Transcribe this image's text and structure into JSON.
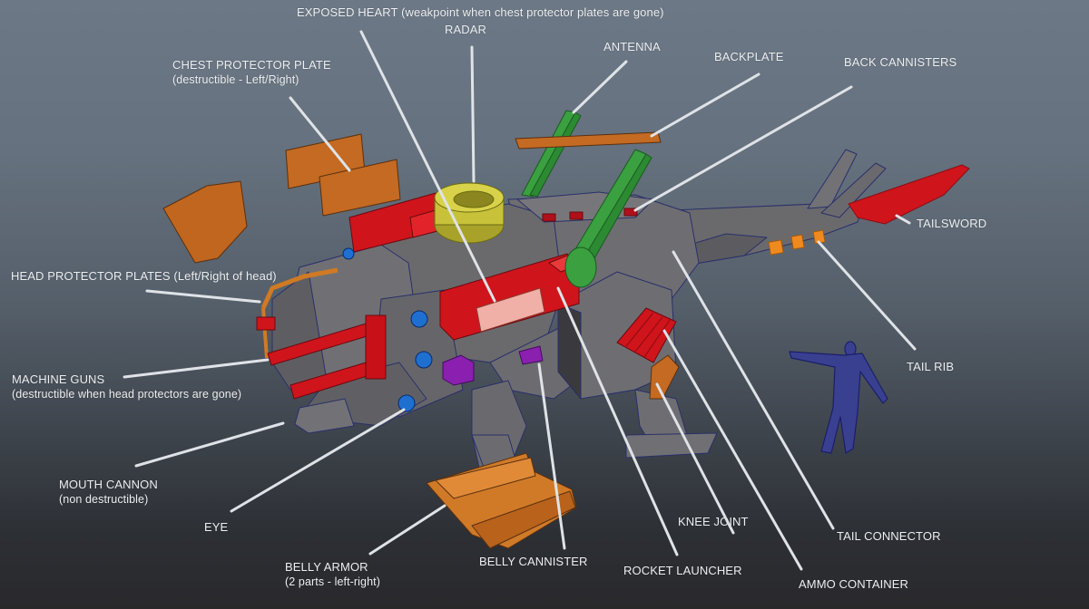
{
  "title": "Mech creature breakable parts callout",
  "colors": {
    "background_top": "#6c7886",
    "background_bottom": "#29292c",
    "body_gray": "#6b6b6e",
    "destructible_red": "#d0141c",
    "armor_orange": "#c46a22",
    "radar_yellow": "#c8c23a",
    "antenna_green": "#3aa040",
    "eye_blue": "#1f6fd0",
    "canister_purple": "#8a1fb0",
    "heart_pink": "#f0b0a8",
    "tailrib_orange": "#f08a1e",
    "human_scale_blue": "#2a2e8a",
    "label_text": "#eef0f2",
    "leader_line": "#dfe3e7"
  },
  "labels": {
    "exposed_heart": "EXPOSED HEART (weakpoint when chest protector plates are gone)",
    "radar": "RADAR",
    "antenna": "ANTENNA",
    "backplate": "BACKPLATE",
    "back_cannisters": "BACK CANNISTERS",
    "chest_protector": {
      "title": "CHEST PROTECTOR PLATE",
      "sub": "(destructible - Left/Right)"
    },
    "tailsword": "TAILSWORD",
    "head_protector": "HEAD PROTECTOR PLATES (Left/Right of head)",
    "machine_guns": {
      "title": "MACHINE GUNS",
      "sub": "(destructible when head protectors are gone)"
    },
    "tail_rib": "TAIL RIB",
    "mouth_cannon": {
      "title": "MOUTH CANNON",
      "sub": "(non destructible)"
    },
    "eye": "EYE",
    "knee_joint": "KNEE JOINT",
    "tail_connector": "TAIL CONNECTOR",
    "belly_armor": {
      "title": "BELLY ARMOR",
      "sub": "(2 parts - left-right)"
    },
    "belly_cannister": "BELLY CANNISTER",
    "rocket_launcher": "ROCKET LAUNCHER",
    "ammo_container": "AMMO CONTAINER"
  },
  "icons": {
    "mech_model": "mech-model-illustration",
    "human_figure": "human-scale-reference"
  }
}
